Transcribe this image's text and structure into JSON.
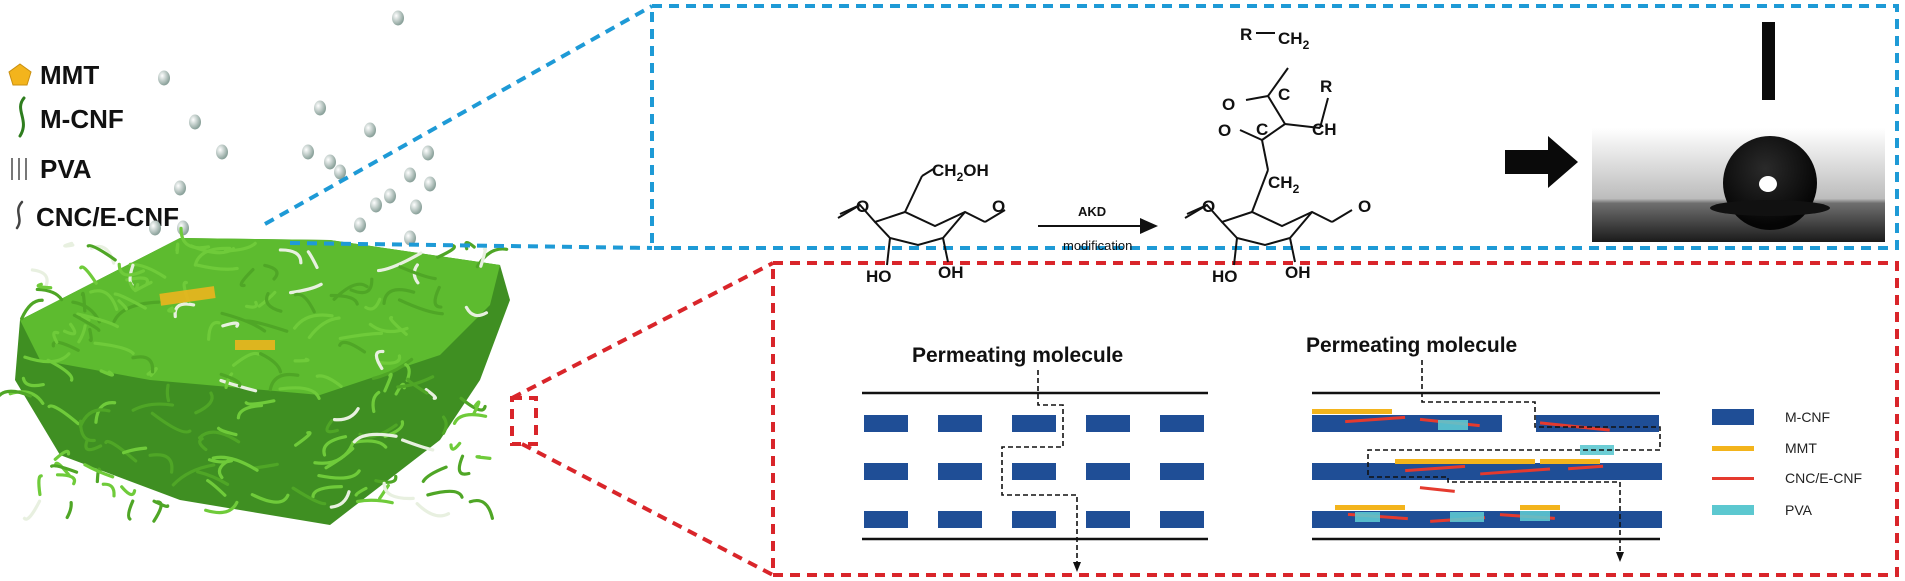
{
  "legend": {
    "items": [
      {
        "label": "MMT",
        "color": "#F3B41C",
        "icon": "pentagon-icon"
      },
      {
        "label": "M-CNF",
        "color": "#2E7D1E",
        "icon": "fiber-icon"
      },
      {
        "label": "PVA",
        "color": "#777777",
        "icon": "lines-icon"
      },
      {
        "label": "CNC/E-CNF",
        "color": "#444444",
        "icon": "short-fiber-icon"
      }
    ]
  },
  "colors": {
    "blue_frame": "#1E9AD6",
    "red_frame": "#D9252A",
    "fiber_green": "#5DBB2F",
    "mcnf_block": "#1F4E96",
    "mmt": "#F3B41C",
    "cnc": "#E53A2E",
    "pva": "#5CC8D0"
  },
  "reaction": {
    "reactant_group": "CH",
    "reactant_sub": "2",
    "reactant_oh": "OH",
    "ho": "HO",
    "oh": "OH",
    "arrow_top": "AKD",
    "arrow_bottom": "modification",
    "product_r1": "R",
    "product_ch2_top": "CH",
    "product_sub": "2",
    "product_c1": "C",
    "product_c2": "C",
    "product_o1": "O",
    "product_o2": "O",
    "product_r2": "R",
    "product_ch": "CH",
    "product_ch2_bottom": "CH",
    "product_ho": "HO",
    "product_oh": "OH"
  },
  "barrier": {
    "left_title": "Permeating molecule",
    "right_title": "Permeating molecule",
    "key": [
      {
        "label": "M-CNF",
        "color": "#1F4E96"
      },
      {
        "label": "MMT",
        "color": "#F3B41C"
      },
      {
        "label": "CNC/E-CNF",
        "color": "#E53A2E"
      },
      {
        "label": "PVA",
        "color": "#5CC8D0"
      }
    ]
  }
}
